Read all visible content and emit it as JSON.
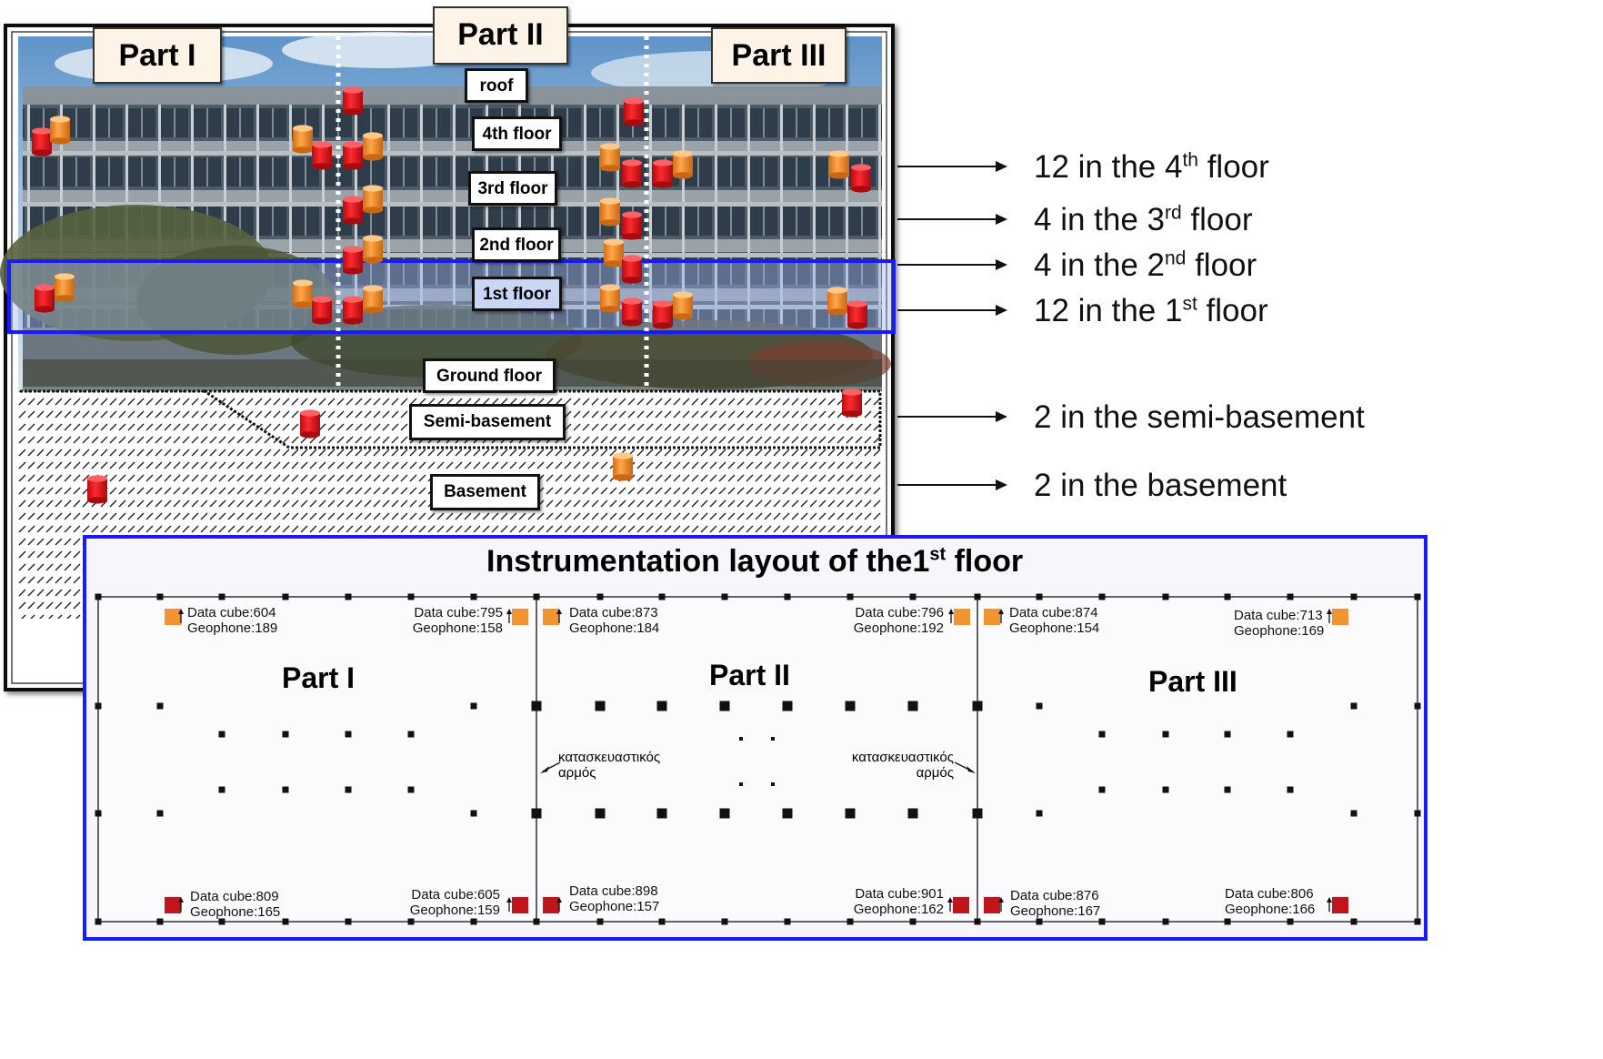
{
  "building": {
    "parts": [
      "Part I",
      "Part II",
      "Part III"
    ],
    "floors": {
      "roof": "roof",
      "fourth": "4th floor",
      "third": "3rd floor",
      "second": "2nd floor",
      "first": "1st floor",
      "ground": "Ground floor",
      "semi_basement": "Semi-basement",
      "basement": "Basement"
    },
    "colors": {
      "sensor_red": "#e0161c",
      "sensor_orange": "#f39433",
      "highlight": "#1a1aff"
    }
  },
  "annotations": [
    {
      "pre": "12 in the 4",
      "sup": "th",
      "post": " floor"
    },
    {
      "pre": "4 in the 3",
      "sup": "rd",
      "post": " floor"
    },
    {
      "pre": "4 in the 2",
      "sup": "nd",
      "post": " floor"
    },
    {
      "pre": "12 in the 1",
      "sup": "st",
      "post": " floor"
    },
    {
      "pre": "2 in the semi-basement",
      "sup": "",
      "post": ""
    },
    {
      "pre": "2 in the basement",
      "sup": "",
      "post": ""
    }
  ],
  "plan": {
    "title_pre": "Instrumentation layout of the1",
    "title_sup": "st",
    "title_post": " floor",
    "parts": [
      "Part I",
      "Part II",
      "Part III"
    ],
    "joint_label": "κατασκευαστικός\nαρμός",
    "sensors": [
      {
        "cube": "Data cube:604",
        "geo": "Geophone:189"
      },
      {
        "cube": "Data cube:795",
        "geo": "Geophone:158"
      },
      {
        "cube": "Data cube:873",
        "geo": "Geophone:184"
      },
      {
        "cube": "Data cube:796",
        "geo": "Geophone:192"
      },
      {
        "cube": "Data cube:874",
        "geo": "Geophone:154"
      },
      {
        "cube": "Data cube:713",
        "geo": "Geophone:169"
      },
      {
        "cube": "Data cube:809",
        "geo": "Geophone:165"
      },
      {
        "cube": "Data cube:605",
        "geo": "Geophone:159"
      },
      {
        "cube": "Data cube:898",
        "geo": "Geophone:157"
      },
      {
        "cube": "Data cube:901",
        "geo": "Geophone:162"
      },
      {
        "cube": "Data cube:876",
        "geo": "Geophone:167"
      },
      {
        "cube": "Data cube:806",
        "geo": "Geophone:166"
      }
    ]
  }
}
